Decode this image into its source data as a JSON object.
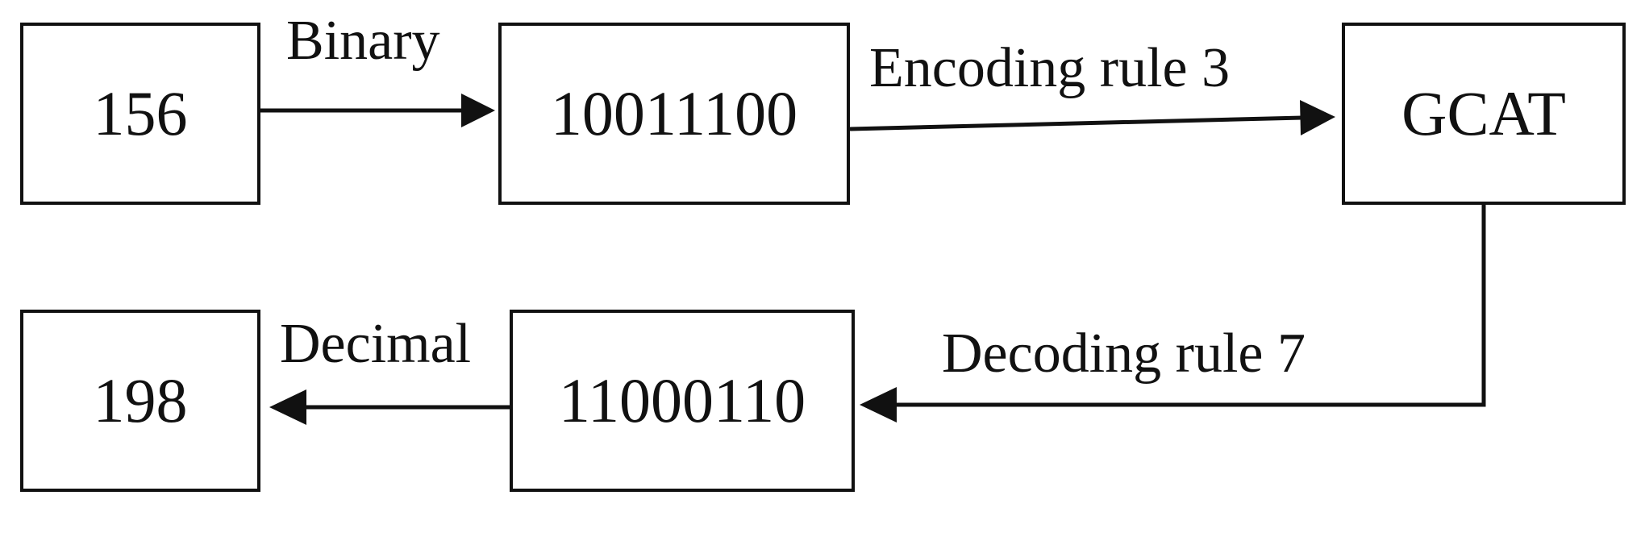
{
  "nodes": {
    "start_decimal": "156",
    "binary": "10011100",
    "dna_sequence": "GCAT",
    "decoded_binary": "11000110",
    "result_decimal": "198"
  },
  "edges": {
    "to_binary": "Binary",
    "encode": "Encoding rule 3",
    "decode": "Decoding rule 7",
    "to_decimal": "Decimal"
  }
}
